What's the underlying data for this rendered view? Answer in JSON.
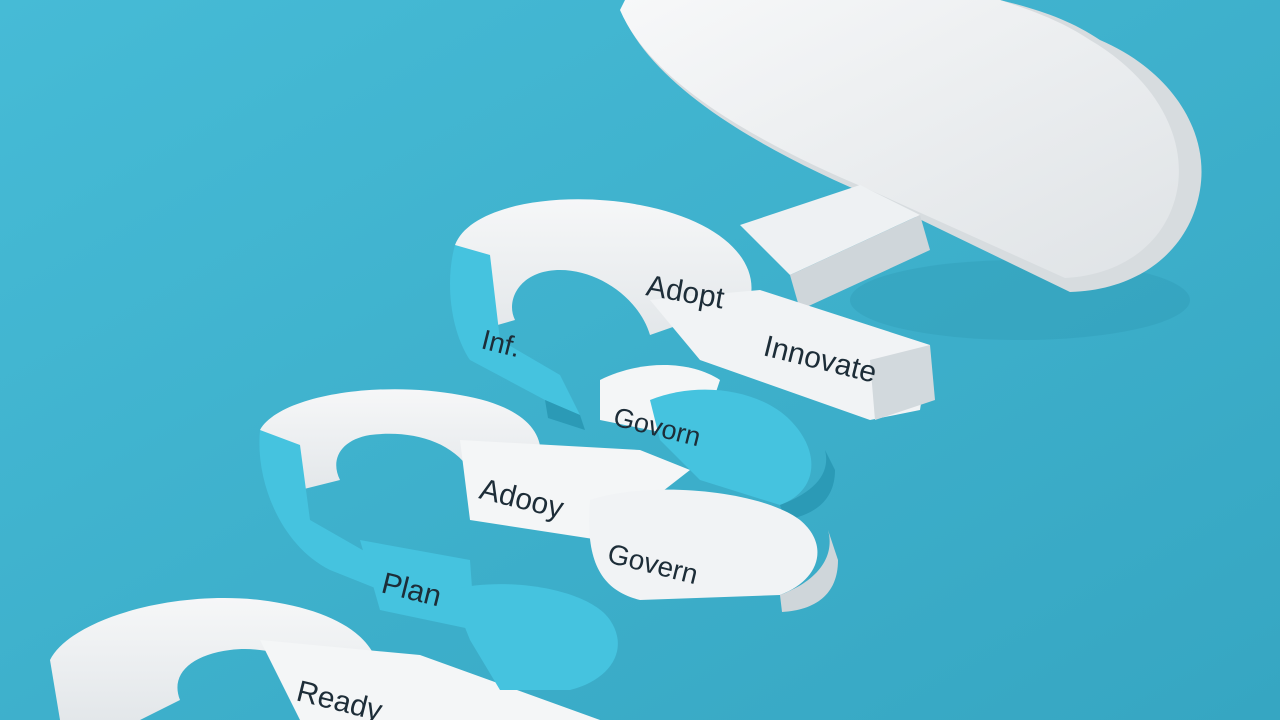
{
  "illustration": {
    "background_color": "#3fb3cf",
    "accent_color": "#45c3df",
    "surface_color": "#f3f5f6",
    "labels": {
      "adopt": "Adopt",
      "innovate": "Innovate",
      "inf": "Inf.",
      "govern_upper": "Govorn",
      "adopt_lower": "Adooy",
      "govern_lower": "Govern",
      "plan": "Plan",
      "ready": "Ready"
    }
  }
}
